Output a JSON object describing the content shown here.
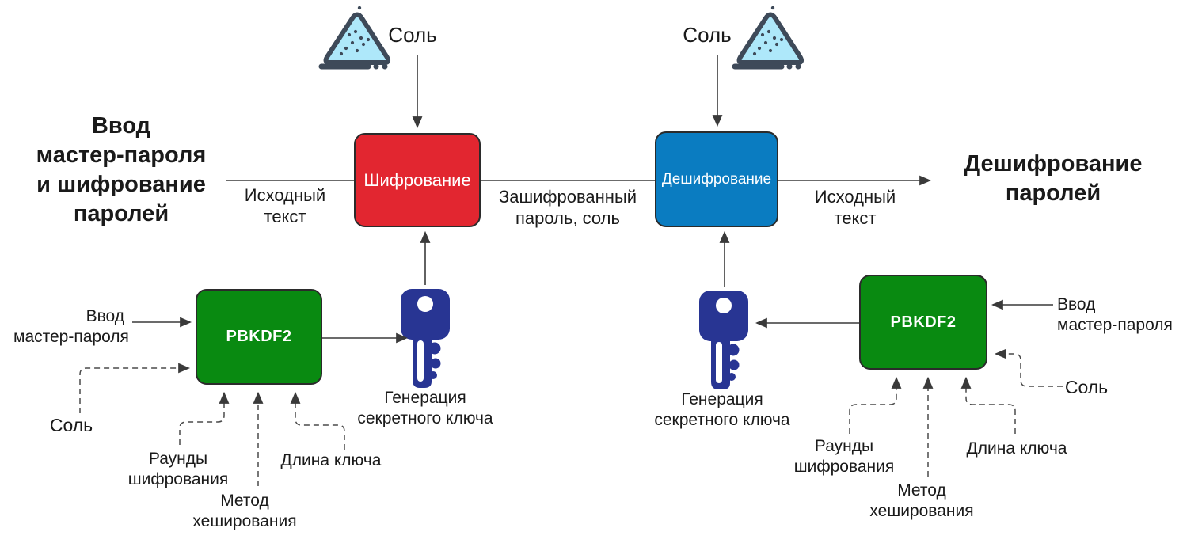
{
  "colors": {
    "encrypt-box": "#e22630",
    "decrypt-box": "#0a7cc1",
    "pbkdf2-box": "#098a11",
    "key-icon": "#283593",
    "salt-fill": "#aee8fa",
    "salt-outline": "#3e4a59",
    "line": "#3a3a3a",
    "dash": "#4a4a4a",
    "text": "#1a1a1a"
  },
  "headings": {
    "left": [
      "Ввод",
      "мастер-пароля",
      "и шифрование",
      "паролей"
    ],
    "right": [
      "Дешифрование",
      "паролей"
    ]
  },
  "boxes": {
    "encrypt": "Шифрование",
    "decrypt": "Дешифрование",
    "pbkdf2_left": "PBKDF2",
    "pbkdf2_right": "PBKDF2"
  },
  "flow": {
    "salt_top_left": "Соль",
    "salt_top_right": "Соль",
    "source_left": [
      "Исходный",
      "текст"
    ],
    "encrypted": [
      "Зашифрованный",
      "пароль, соль"
    ],
    "source_right": [
      "Исходный",
      "текст"
    ]
  },
  "kdf_left": {
    "master": [
      "Ввод",
      "мастер-пароля"
    ],
    "salt": "Соль",
    "rounds": [
      "Раунды",
      "шифрования"
    ],
    "hash": [
      "Метод",
      "хеширования"
    ],
    "keylen": "Длина ключа",
    "keygen": [
      "Генерация",
      "секретного ключа"
    ]
  },
  "kdf_right": {
    "master": [
      "Ввод",
      "мастер-пароля"
    ],
    "salt": "Соль",
    "rounds": [
      "Раунды",
      "шифрования"
    ],
    "hash": [
      "Метод",
      "хеширования"
    ],
    "keylen": "Длина ключа",
    "keygen": [
      "Генерация",
      "секретного ключа"
    ]
  }
}
